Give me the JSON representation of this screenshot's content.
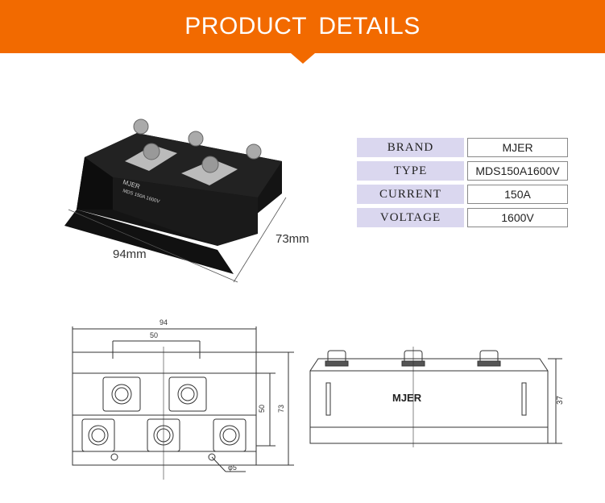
{
  "header": {
    "title": "PRODUCT DETAILS",
    "color": "#f26a00"
  },
  "specs": [
    {
      "label": "BRAND",
      "value": "MJER"
    },
    {
      "label": "TYPE",
      "value": "MDS150A1600V"
    },
    {
      "label": "CURRENT",
      "value": "150A"
    },
    {
      "label": "VOLTAGE",
      "value": "1600V"
    }
  ],
  "photo": {
    "width_label": "94mm",
    "depth_label": "73mm",
    "brand_mark": "MJER",
    "model_mark": "MDS 150A 1600V"
  },
  "drawing_top": {
    "overall_width": "94",
    "mount_spacing": "50",
    "inner_height": "50",
    "overall_height": "73",
    "hole": "φ5"
  },
  "drawing_side": {
    "brand": "MJER",
    "height": "37"
  }
}
